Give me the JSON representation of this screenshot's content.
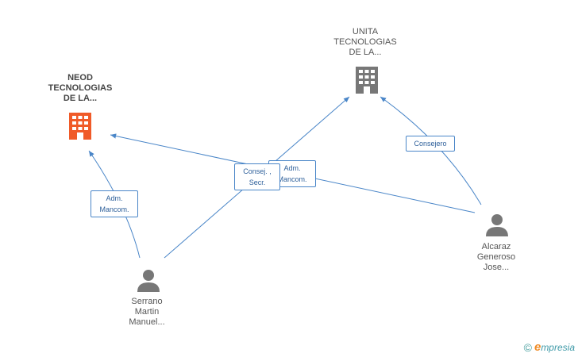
{
  "colors": {
    "edge": "#4a86c8",
    "company_main": "#f05a28",
    "company_other": "#777777",
    "person": "#777777"
  },
  "nodes": {
    "neod": {
      "lines": [
        "NEOD",
        "TECNOLOGIAS",
        "DE LA..."
      ],
      "icon": "building-icon"
    },
    "unita": {
      "lines": [
        "UNITA",
        "TECNOLOGIAS",
        "DE LA..."
      ],
      "icon": "building-icon"
    },
    "serrano": {
      "lines": [
        "Serrano",
        "Martin",
        "Manuel..."
      ],
      "icon": "person-icon"
    },
    "alcaraz": {
      "lines": [
        "Alcaraz",
        "Generoso",
        "Jose..."
      ],
      "icon": "person-icon"
    }
  },
  "edges": {
    "serrano_neod": {
      "lines": [
        "Adm.",
        "Mancom."
      ]
    },
    "serrano_unita": {
      "lines": [
        "Consej. ,",
        "Secr."
      ]
    },
    "alcaraz_neod": {
      "lines": [
        "Adm.",
        "Mancom."
      ]
    },
    "alcaraz_unita": {
      "lines": [
        "Consejero"
      ]
    }
  },
  "footer": {
    "copyright": "©",
    "brand_initial": "e",
    "brand_rest": "mpresia"
  }
}
